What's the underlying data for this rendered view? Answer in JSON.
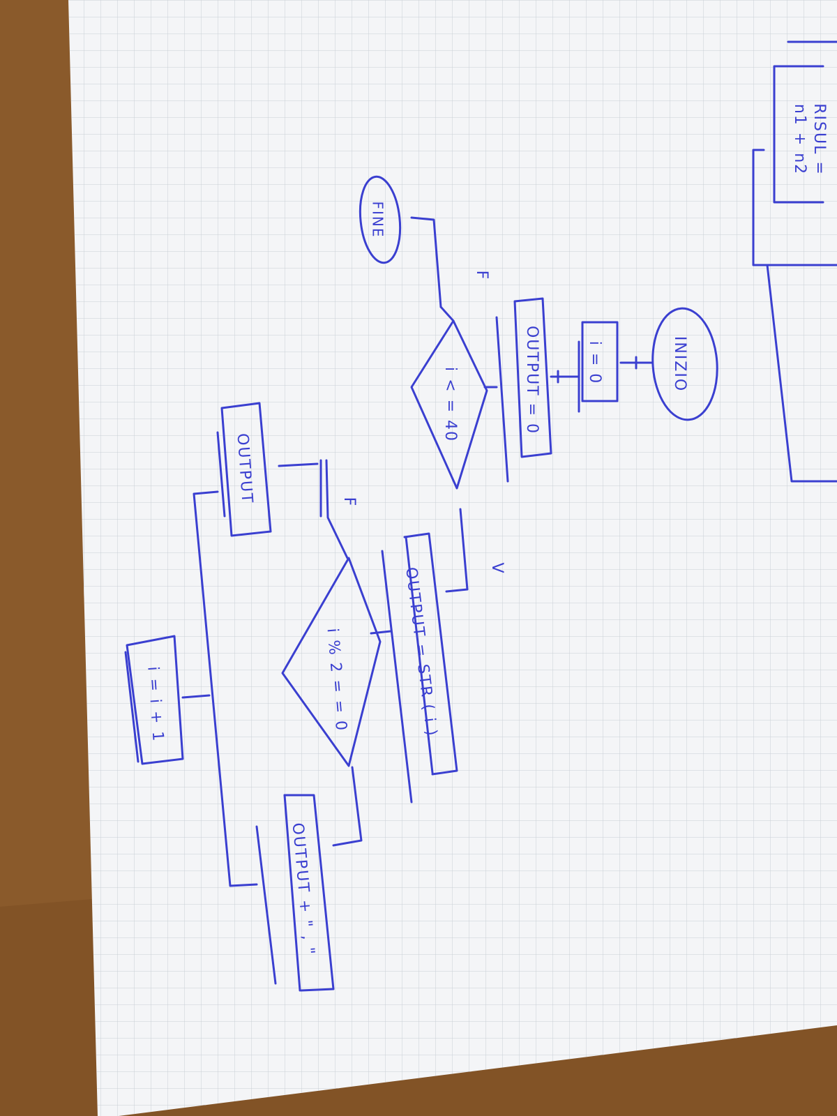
{
  "flowchart": {
    "top_box": {
      "line1": "RISUL =",
      "line2": "n1 + n2"
    },
    "start": "INIZIO",
    "init_i": "i = 0",
    "init_output": "OUTPUT = 0",
    "loop_condition": "i < = 40",
    "loop_false_label": "F",
    "loop_true_label": "V",
    "end": "FINE",
    "assign_str": "OUTPUT = STR ( i )",
    "even_condition": "i % 2 = = 0",
    "even_false_label": "F",
    "append_box": "OUTPUT + \" , \"",
    "print_box": "OUTPUT",
    "increment": "i = i + 1"
  },
  "colors": {
    "ink": "#3a3fd0",
    "paper": "#f4f5f7",
    "grid": "#c9ced6",
    "table": "#8a5a2b"
  }
}
